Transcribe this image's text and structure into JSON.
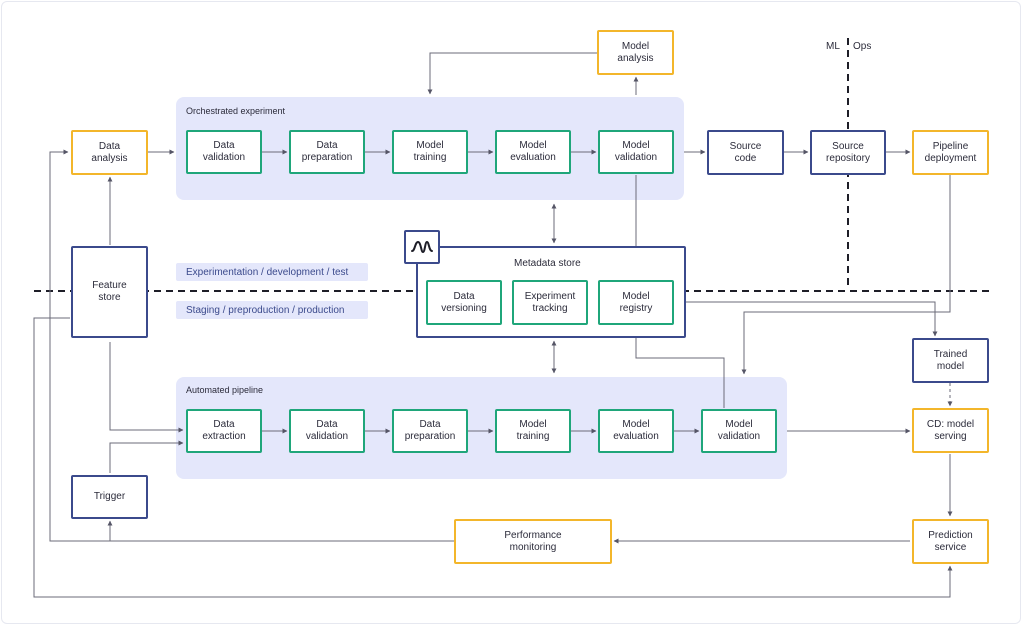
{
  "sections": {
    "orchestrated_experiment": "Orchestrated experiment",
    "automated_pipeline": "Automated pipeline",
    "metadata_store": "Metadata store"
  },
  "environment_tags": {
    "experimentation": "Experimentation / development / test",
    "staging": "Staging / preproduction / production"
  },
  "divider": {
    "ml": "ML",
    "ops": "Ops"
  },
  "experiment_steps": [
    "Data\nvalidation",
    "Data\npreparation",
    "Model\ntraining",
    "Model\nevaluation",
    "Model\nvalidation"
  ],
  "pipeline_steps": [
    "Data\nextraction",
    "Data\nvalidation",
    "Data\npreparation",
    "Model\ntraining",
    "Model\nevaluation",
    "Model\nvalidation"
  ],
  "metadata_items": [
    "Data\nversioning",
    "Experiment\ntracking",
    "Model\nregistry"
  ],
  "nodes": {
    "data_analysis": "Data\nanalysis",
    "model_analysis": "Model\nanalysis",
    "feature_store": "Feature\nstore",
    "trigger": "Trigger",
    "source_code": "Source\ncode",
    "source_repository": "Source\nrepository",
    "pipeline_deployment": "Pipeline\ndeployment",
    "trained_model": "Trained\nmodel",
    "cd_model_serving": "CD: model\nserving",
    "prediction_service": "Prediction\nservice",
    "performance_monitoring": "Performance\nmonitoring"
  },
  "colors": {
    "process_step": "#1fa67a",
    "analysis_node": "#f3b62b",
    "infrastructure_node": "#3b4a8c",
    "panel_fill": "#e4e7fb",
    "connector": "#6b6b78"
  }
}
